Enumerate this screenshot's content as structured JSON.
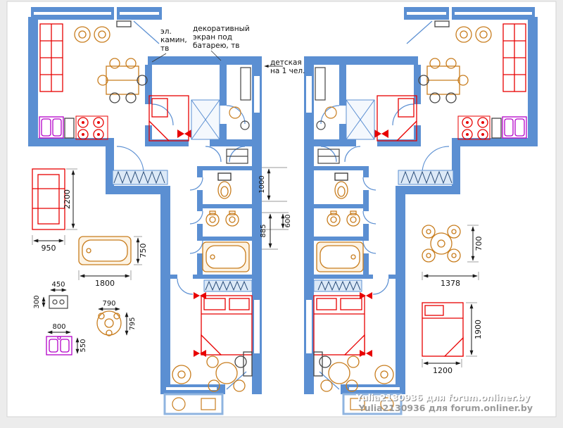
{
  "colors": {
    "wall_blue": "#5b8fd2",
    "wall_light_fill": "#dce9f7",
    "balcony_blue": "#8fb4e0",
    "furniture_red": "#e80000",
    "fixture_orange": "#c87d1e",
    "sink_purple": "#b400c8",
    "dimension_black": "#1a1a1a"
  },
  "annotations": {
    "fireplace_line1": "эл.",
    "fireplace_line2": "камин,",
    "fireplace_line3": "тв",
    "screen_line1": "декоративный",
    "screen_line2": "экран под",
    "screen_line3": "батарею, тв",
    "nursery_line1": "детская",
    "nursery_line2": "на 1 чел."
  },
  "dimensions": {
    "sofa_height": "2200",
    "sofa_width": "950",
    "tub_length": "1800",
    "tub_width": "750",
    "nightstand_width": "450",
    "nightstand_depth": "300",
    "chair_width": "790",
    "chair_depth": "795",
    "sink_width": "800",
    "sink_depth": "550",
    "mid_corridor": "1000",
    "mid_wc": "600",
    "mid_bath": "885",
    "table_depth": "700",
    "table_width": "1378",
    "bed_length": "1900",
    "bed_width": "1200"
  },
  "watermark": {
    "line1": "Yulia2130936 для forum.onliner.by",
    "line2": "Yulia2130936 для forum.onliner.by"
  }
}
